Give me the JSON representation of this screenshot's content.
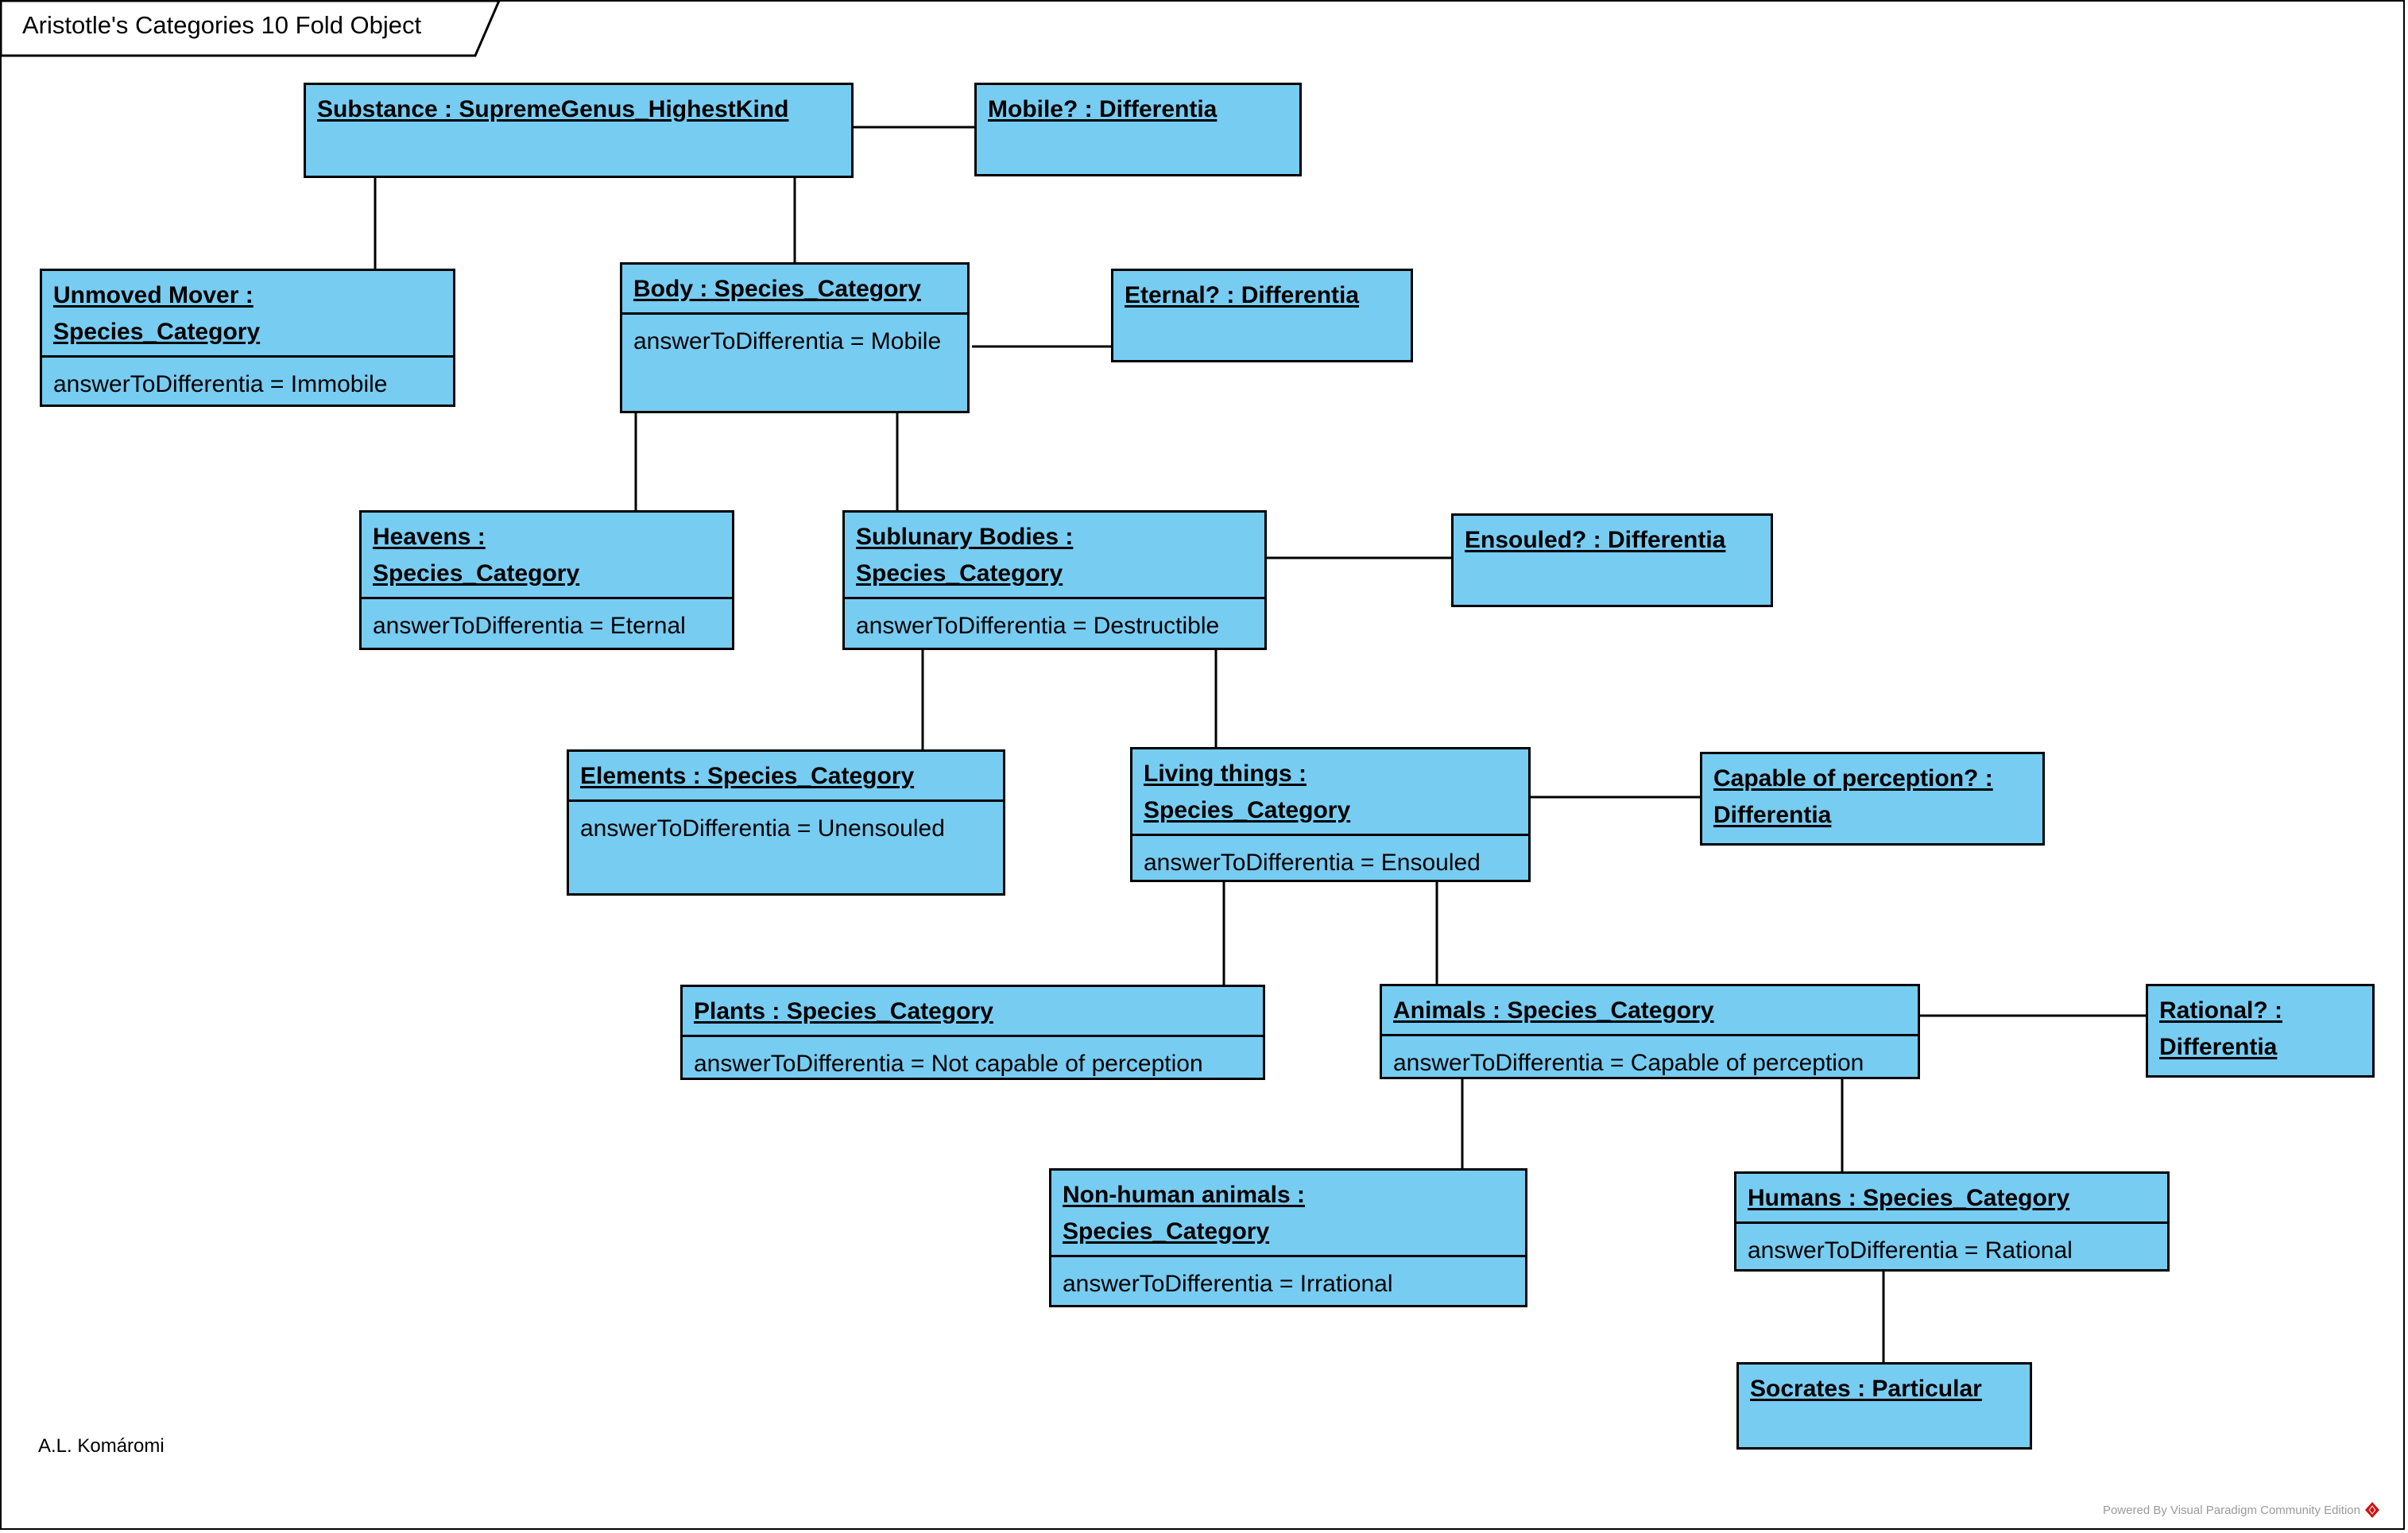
{
  "frame": {
    "title": "Aristotle's Categories 10 Fold Object"
  },
  "colors": {
    "object_fill": "#77CCF2",
    "object_border": "#000000",
    "background": "#FFFFFF",
    "watermark_text": "#9A9A9A",
    "watermark_logo": "#CC1111"
  },
  "objects": [
    {
      "id": "substance",
      "name": "Substance : SupremeGenus_HighestKind",
      "name_lines": [
        "Substance : SupremeGenus_HighestKind"
      ],
      "attributes": []
    },
    {
      "id": "mobile-differentia",
      "name": "Mobile? : Differentia",
      "name_lines": [
        "Mobile? : Differentia"
      ],
      "attributes": []
    },
    {
      "id": "unmoved-mover",
      "name": "Unmoved Mover : Species_Category",
      "name_lines": [
        "Unmoved Mover :",
        "Species_Category"
      ],
      "attributes": [
        "answerToDifferentia = Immobile"
      ]
    },
    {
      "id": "body",
      "name": "Body : Species_Category",
      "name_lines": [
        "Body : Species_Category"
      ],
      "attributes": [
        "answerToDifferentia = Mobile"
      ]
    },
    {
      "id": "eternal-differentia",
      "name": "Eternal? : Differentia",
      "name_lines": [
        "Eternal? : Differentia"
      ],
      "attributes": []
    },
    {
      "id": "heavens",
      "name": "Heavens : Species_Category",
      "name_lines": [
        "Heavens :",
        "Species_Category"
      ],
      "attributes": [
        "answerToDifferentia = Eternal"
      ]
    },
    {
      "id": "sublunary-bodies",
      "name": "Sublunary Bodies : Species_Category",
      "name_lines": [
        "Sublunary Bodies :",
        "Species_Category"
      ],
      "attributes": [
        "answerToDifferentia = Destructible"
      ]
    },
    {
      "id": "ensouled-differentia",
      "name": "Ensouled? : Differentia",
      "name_lines": [
        "Ensouled? : Differentia"
      ],
      "attributes": []
    },
    {
      "id": "elements",
      "name": "Elements : Species_Category",
      "name_lines": [
        "Elements : Species_Category"
      ],
      "attributes": [
        "answerToDifferentia = Unensouled"
      ]
    },
    {
      "id": "living-things",
      "name": "Living things : Species_Category",
      "name_lines": [
        "Living things :",
        "Species_Category"
      ],
      "attributes": [
        "answerToDifferentia = Ensouled"
      ]
    },
    {
      "id": "capable-of-perception-differentia",
      "name": "Capable of perception? : Differentia",
      "name_lines": [
        "Capable of perception? :",
        "Differentia"
      ],
      "attributes": []
    },
    {
      "id": "plants",
      "name": "Plants : Species_Category",
      "name_lines": [
        "Plants : Species_Category"
      ],
      "attributes": [
        "answerToDifferentia = Not capable of perception"
      ]
    },
    {
      "id": "animals",
      "name": "Animals : Species_Category",
      "name_lines": [
        "Animals : Species_Category"
      ],
      "attributes": [
        "answerToDifferentia = Capable of perception"
      ]
    },
    {
      "id": "rational-differentia",
      "name": "Rational? : Differentia",
      "name_lines": [
        "Rational? :",
        "Differentia"
      ],
      "attributes": []
    },
    {
      "id": "non-human-animals",
      "name": "Non-human animals : Species_Category",
      "name_lines": [
        "Non-human animals :",
        "Species_Category"
      ],
      "attributes": [
        "answerToDifferentia = Irrational"
      ]
    },
    {
      "id": "humans",
      "name": "Humans : Species_Category",
      "name_lines": [
        "Humans : Species_Category"
      ],
      "attributes": [
        "answerToDifferentia = Rational"
      ]
    },
    {
      "id": "socrates",
      "name": "Socrates : Particular",
      "name_lines": [
        "Socrates : Particular"
      ],
      "attributes": []
    }
  ],
  "links": [
    {
      "from": "substance",
      "to": "mobile-differentia"
    },
    {
      "from": "substance",
      "to": "unmoved-mover"
    },
    {
      "from": "substance",
      "to": "body"
    },
    {
      "from": "body",
      "to": "eternal-differentia"
    },
    {
      "from": "body",
      "to": "heavens"
    },
    {
      "from": "body",
      "to": "sublunary-bodies"
    },
    {
      "from": "sublunary-bodies",
      "to": "ensouled-differentia"
    },
    {
      "from": "sublunary-bodies",
      "to": "elements"
    },
    {
      "from": "sublunary-bodies",
      "to": "living-things"
    },
    {
      "from": "living-things",
      "to": "capable-of-perception-differentia"
    },
    {
      "from": "living-things",
      "to": "plants"
    },
    {
      "from": "living-things",
      "to": "animals"
    },
    {
      "from": "animals",
      "to": "rational-differentia"
    },
    {
      "from": "animals",
      "to": "non-human-animals"
    },
    {
      "from": "animals",
      "to": "humans"
    },
    {
      "from": "humans",
      "to": "socrates"
    }
  ],
  "footer": {
    "author": "A.L. Komáromi",
    "watermark": "Powered By Visual Paradigm Community Edition"
  }
}
